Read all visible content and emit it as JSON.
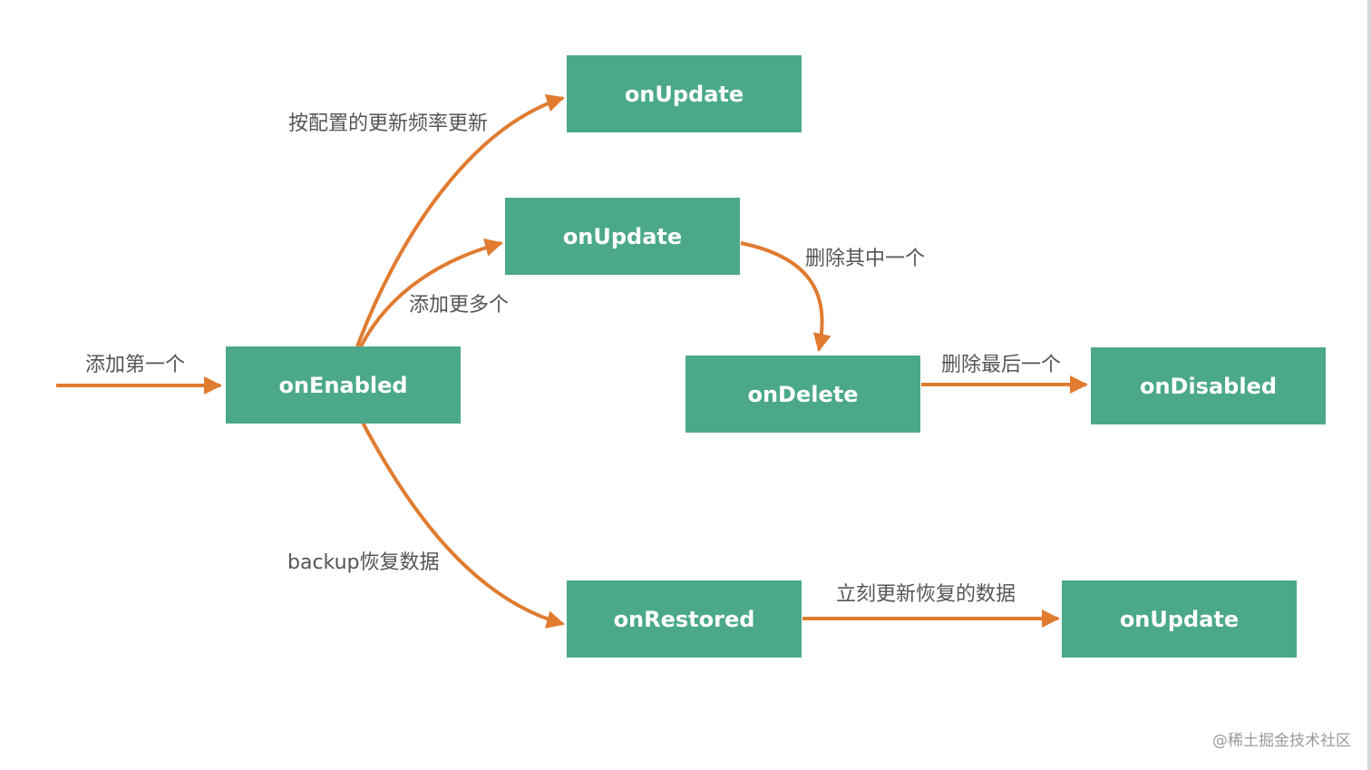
{
  "colors": {
    "node_fill": "#4ba88b",
    "node_text": "#ffffff",
    "arrow": "#e07b30",
    "label_text": "#555555"
  },
  "nodes": {
    "on_update_top": "onUpdate",
    "on_update_mid": "onUpdate",
    "on_enabled": "onEnabled",
    "on_delete": "onDelete",
    "on_disabled": "onDisabled",
    "on_restored": "onRestored",
    "on_update_bottom": "onUpdate"
  },
  "edges": {
    "add_first": "添加第一个",
    "update_by_config": "按配置的更新频率更新",
    "add_more": "添加更多个",
    "delete_one": "删除其中一个",
    "delete_last": "删除最后一个",
    "backup_restore": "backup恢复数据",
    "update_restored": "立刻更新恢复的数据"
  },
  "watermark": "@稀土掘金技术社区"
}
